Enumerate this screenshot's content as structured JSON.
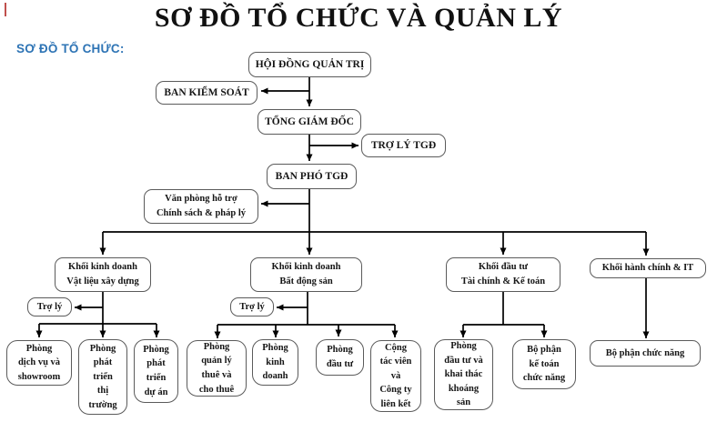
{
  "title": "SƠ ĐỒ TỔ CHỨC VÀ QUẢN LÝ",
  "section_label": "SƠ ĐỒ TỔ CHỨC:",
  "colors": {
    "accent_blue": "#2E74B5",
    "box_border": "#5b5b5b",
    "connector": "#000000",
    "red_mark": "#C0504D"
  },
  "org": {
    "board": "HỘI ĐỒNG QUẢN TRỊ",
    "supervisory_board": "BAN KIỂM SOÁT",
    "general_director": "TỔNG GIÁM ĐỐC",
    "gd_assistant": "TRỢ LÝ TGĐ",
    "deputy_board": "BAN PHÓ TGĐ",
    "support_office": [
      "Văn phòng hỗ trợ",
      "Chính sách & pháp lý"
    ],
    "divisions": [
      {
        "label": [
          "Khối kinh doanh",
          "Vật liệu xây dựng"
        ],
        "assistant": "Trợ lý",
        "children": [
          [
            "Phòng",
            "dịch vụ và",
            "showroom"
          ],
          [
            "Phòng",
            "phát",
            "triển",
            "thị",
            "trường"
          ],
          [
            "Phòng",
            "phát",
            "triển",
            "dự án"
          ]
        ]
      },
      {
        "label": [
          "Khối kinh doanh",
          "Bất động sản"
        ],
        "assistant": "Trợ lý",
        "children": [
          [
            "Phòng",
            "quản lý",
            "thuê và",
            "cho thuê"
          ],
          [
            "Phòng",
            "kinh",
            "doanh"
          ],
          [
            "Phòng",
            "đầu tư"
          ],
          [
            "Cộng",
            "tác viên",
            "và",
            "Công ty",
            "liên kết"
          ]
        ]
      },
      {
        "label": [
          "Khối đầu tư",
          "Tài chính & Kế toán"
        ],
        "children": [
          [
            "Phòng",
            "đầu tư và",
            "khai thác",
            "khoáng",
            "sản"
          ],
          [
            "Bộ phận",
            "kế toán",
            "chức năng"
          ]
        ]
      },
      {
        "label": [
          "Khối hành chính & IT"
        ],
        "children": [
          [
            "Bộ phận chức năng"
          ]
        ]
      }
    ]
  }
}
